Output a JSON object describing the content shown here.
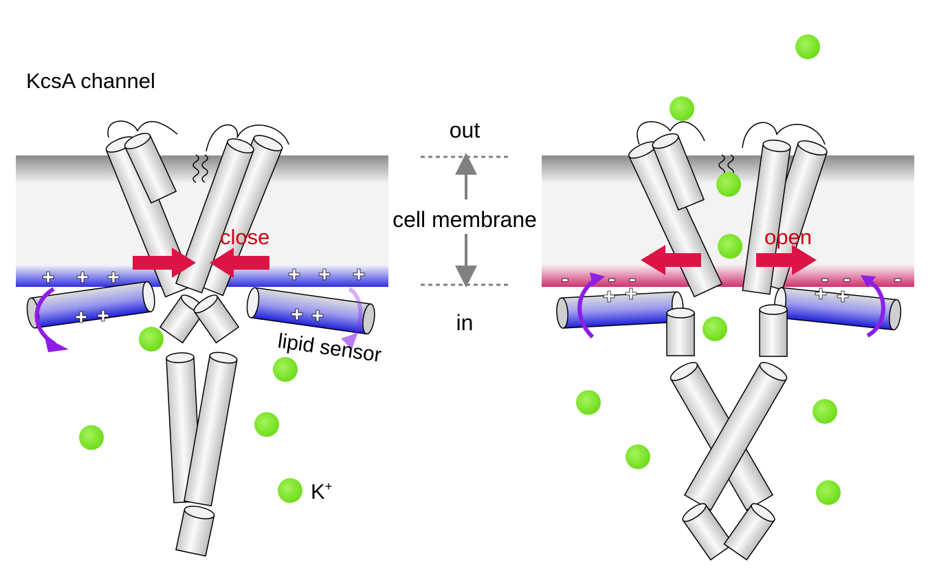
{
  "title": "KcsA channel",
  "side_labels": {
    "out": "out",
    "membrane": "cell membrane",
    "in": "in"
  },
  "left_panel": {
    "state_label": "close",
    "sensor_label": "lipid sensor",
    "ion_label": "K",
    "ion_charge": "+"
  },
  "right_panel": {
    "state_label": "open"
  },
  "charges": {
    "positive": "+",
    "negative": "-"
  },
  "colors": {
    "ion": "#7de62a",
    "positive_lipid": "#3838e0",
    "negative_lipid": "#d63c7e",
    "arrow_red": "#dc1446",
    "rotation_arrow": "#8c1ee6",
    "label_red": "#d00010",
    "membrane_gray": "#8c8c8c"
  }
}
